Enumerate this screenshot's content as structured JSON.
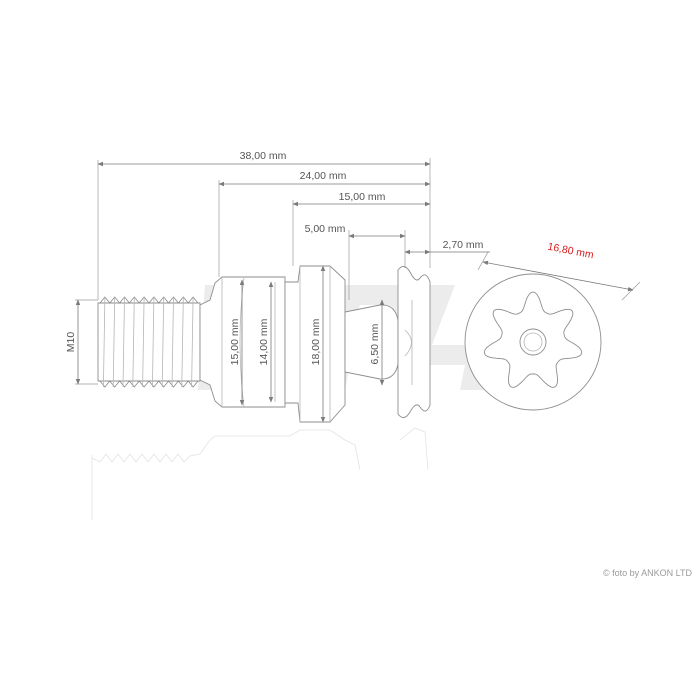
{
  "drawing": {
    "dimensions": {
      "total_length": "38,00 mm",
      "body_length": "24,00 mm",
      "collar_to_end": "15,00 mm",
      "step_length": "5,00 mm",
      "head_thickness": "2,70 mm",
      "head_diameter": "16,80 mm",
      "thread_size": "M10",
      "shoulder_diameter": "15,00 mm",
      "body_diameter": "14,00 mm",
      "collar_diameter": "18,00 mm",
      "neck_diameter": "6,50 mm"
    },
    "credit": "© foto by ANKON LTD",
    "colors": {
      "line": "#7a7a7a",
      "accent": "#d81e1e",
      "text": "#555555"
    },
    "head_lobes": 7
  }
}
